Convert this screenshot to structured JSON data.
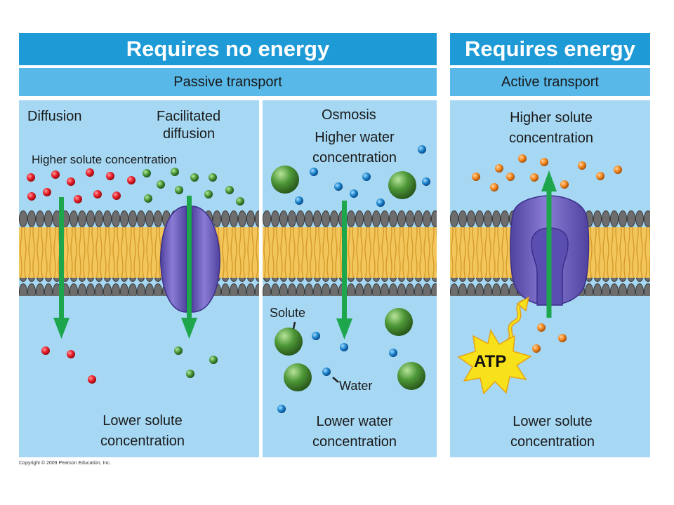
{
  "header": {
    "no_energy": "Requires no energy",
    "energy": "Requires energy",
    "passive": "Passive transport",
    "active": "Active transport"
  },
  "diffusion_panel": {
    "diffusion": "Diffusion",
    "facilitated_line1": "Facilitated",
    "facilitated_line2": "diffusion",
    "higher": "Higher solute concentration",
    "lower_line1": "Lower solute",
    "lower_line2": "concentration"
  },
  "osmosis_panel": {
    "title": "Osmosis",
    "higher_line1": "Higher water",
    "higher_line2": "concentration",
    "solute": "Solute",
    "water": "Water",
    "lower_line1": "Lower water",
    "lower_line2": "concentration"
  },
  "active_panel": {
    "higher_line1": "Higher solute",
    "higher_line2": "concentration",
    "atp": "ATP",
    "lower_line1": "Lower solute",
    "lower_line2": "concentration"
  },
  "copyright": "Copyright © 2009 Pearson Education, Inc.",
  "colors": {
    "header": "#1e9ad6",
    "subheader": "#58b8e8",
    "panel": "#a6d8f4",
    "arrow": "#1ea64c",
    "protein": "#7b6cc4",
    "red_molecule": "#e8202a",
    "green_molecule": "#4a9a3a",
    "water_molecule": "#1e88d0",
    "orange_molecule": "#f48a20",
    "atp_burst": "#f7e11a"
  }
}
